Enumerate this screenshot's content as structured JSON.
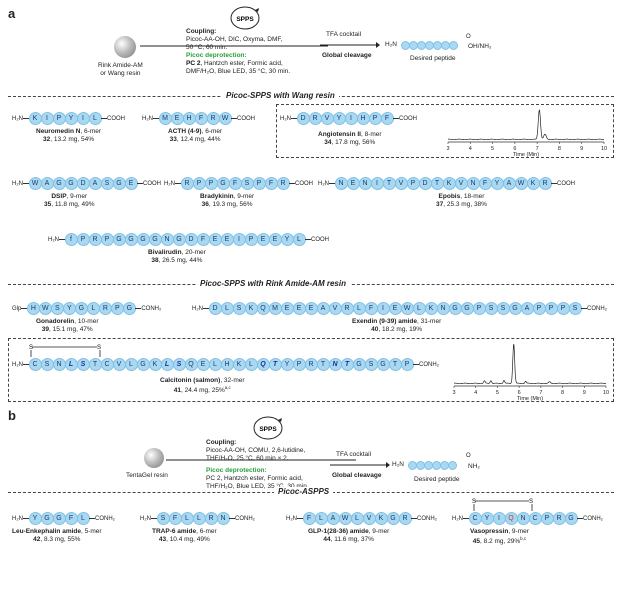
{
  "panel_a": {
    "label": "a",
    "resin": [
      "Rink Amide-AM",
      "or Wang resin"
    ],
    "coupling_title": "Coupling:",
    "coupling_text": [
      "Picoc-AA-OH, DIC, Oxyma, DMF,",
      "50 °C, 60 min."
    ],
    "deprot_title": "Picoc deprotection:",
    "deprot_text": [
      "PC 2, Hantzch ester, Formic acid,",
      "DMF/H₂O, Blue LED, 35 °C, 30 min."
    ],
    "cycle_label": "SPPS",
    "cleavage_reagent": "TFA cocktail",
    "cleavage_label": "Global cleavage",
    "product_label": "Desired peptide",
    "product_n": "H₂N",
    "product_c": "OH/NH₂",
    "section1": "Picoc-SPPS with Wang resin",
    "section2": "Picoc-SPPS with Rink Amide-AM resin"
  },
  "panel_b": {
    "label": "b",
    "resin": "TentaGel resin",
    "coupling_title": "Coupling:",
    "coupling_text": [
      "Picoc-AA-OH, COMU, 2,6-lutidine,",
      "THF/H₂O, 25 °C, 60 min × 2."
    ],
    "deprot_title": "Picoc deprotection:",
    "deprot_text": [
      "PC 2, Hantzch ester, Formic acid,",
      "THF/H₂O, Blue LED, 35 °C, 30 min."
    ],
    "cycle_label": "SPPS",
    "cleavage_reagent": "TFA cocktail",
    "cleavage_label": "Global cleavage",
    "product_label": "Desired peptide",
    "product_n": "H₂N",
    "product_c": "NH₂",
    "section": "Picoc-ASPPS"
  },
  "chromatogram_axis": {
    "xlabel": "Time (Min)",
    "ticks": [
      "3",
      "4",
      "5",
      "6",
      "7",
      "8",
      "9",
      "10"
    ]
  },
  "peptides": {
    "neuromedin": {
      "n": "H₂N",
      "c": "COOH",
      "seq": [
        "K",
        "I",
        "P",
        "Y",
        "I",
        "L"
      ],
      "name": "Neuromedin N",
      "suffix": ", 6-mer",
      "num": "32",
      "yield": ", 13.2 mg, 54%"
    },
    "acth": {
      "n": "H₂N",
      "c": "COOH",
      "seq": [
        "M",
        "E",
        "H",
        "F",
        "R",
        "W"
      ],
      "name": "ACTH (4-9)",
      "suffix": ", 6-mer",
      "num": "33",
      "yield": ", 12.4 mg, 44%"
    },
    "angiotensin": {
      "n": "H₂N",
      "c": "COOH",
      "seq": [
        "D",
        "R",
        "V",
        "Y",
        "I",
        "H",
        "P",
        "F"
      ],
      "name": "Angiotensin II",
      "suffix": ", 8-mer",
      "num": "34",
      "yield": ", 17.8 mg, 56%"
    },
    "dsip": {
      "n": "H₂N",
      "c": "COOH",
      "seq": [
        "W",
        "A",
        "G",
        "G",
        "D",
        "A",
        "S",
        "G",
        "E"
      ],
      "name": "DSIP",
      "suffix": ", 9-mer",
      "num": "35",
      "yield": ", 11.8 mg, 49%"
    },
    "bradykinin": {
      "n": "H₂N",
      "c": "COOH",
      "seq": [
        "R",
        "P",
        "P",
        "G",
        "F",
        "S",
        "P",
        "F",
        "R"
      ],
      "name": "Bradykinin",
      "suffix": ", 9-mer",
      "num": "36",
      "yield": ", 19.3 mg, 56%"
    },
    "epobis": {
      "n": "H₂N",
      "c": "COOH",
      "seq": [
        "N",
        "E",
        "N",
        "I",
        "T",
        "V",
        "P",
        "D",
        "T",
        "K",
        "V",
        "N",
        "F",
        "Y",
        "A",
        "W",
        "K",
        "R"
      ],
      "name": "Epobis",
      "suffix": ", 18-mer",
      "num": "37",
      "yield": ", 25.3 mg, 38%"
    },
    "bivalirudin": {
      "n": "H₂N",
      "c": "COOH",
      "seq": [
        "f",
        "P",
        "R",
        "P",
        "G",
        "G",
        "G",
        "G",
        "N",
        "G",
        "D",
        "F",
        "E",
        "E",
        "I",
        "P",
        "E",
        "E",
        "Y",
        "L"
      ],
      "name": "Bivalirudin",
      "suffix": ", 20-mer",
      "num": "38",
      "yield": ", 26.5 mg, 44%"
    },
    "gonadorelin": {
      "n": "Glp",
      "c": "CONH₂",
      "seq": [
        "H",
        "W",
        "S",
        "Y",
        "G",
        "L",
        "R",
        "P",
        "G"
      ],
      "name": "Gonadorelin",
      "suffix": ", 10-mer",
      "num": "39",
      "yield": ", 15.1 mg, 47%"
    },
    "exendin": {
      "n": "H₂N",
      "c": "CONH₂",
      "seq": [
        "D",
        "L",
        "S",
        "K",
        "Q",
        "M",
        "E",
        "E",
        "E",
        "A",
        "V",
        "R",
        "L",
        "F",
        "I",
        "E",
        "W",
        "L",
        "K",
        "N",
        "G",
        "G",
        "P",
        "S",
        "S",
        "G",
        "A",
        "P",
        "P",
        "P",
        "S"
      ],
      "name": "Exendin (9-39) amide",
      "suffix": ", 31-mer",
      "num": "40",
      "yield": ", 18.2 mg, 19%"
    },
    "calcitonin": {
      "n": "H₂N",
      "c": "CONH₂",
      "seq": [
        "C",
        "S",
        "N",
        "L",
        "S",
        "T",
        "C",
        "V",
        "L",
        "G",
        "K",
        "L",
        "S",
        "Q",
        "E",
        "L",
        "H",
        "K",
        "L",
        "Q",
        "T",
        "Y",
        "P",
        "R",
        "T",
        "N",
        "T",
        "G",
        "S",
        "G",
        "T",
        "P"
      ],
      "italic": [
        3,
        4,
        11,
        12,
        19,
        20,
        25,
        26
      ],
      "name": "Calcitonin (salmon)",
      "suffix": ", 32-mer",
      "num": "41",
      "yield": ", 24.4 mg, 25%",
      "sup": "a,c",
      "bridge": "S"
    },
    "leu": {
      "n": "H₂N",
      "c": "CONH₂",
      "seq": [
        "Y",
        "G",
        "G",
        "F",
        "L"
      ],
      "name": "Leu-Enkephalin amide",
      "suffix": ", 5-mer",
      "num": "42",
      "yield": ", 8.3 mg, 55%"
    },
    "trap": {
      "n": "H₂N",
      "c": "CONH₂",
      "seq": [
        "S",
        "F",
        "L",
        "L",
        "R",
        "N"
      ],
      "name": "TRAP-6 amide",
      "suffix": ", 6-mer",
      "num": "43",
      "yield": ", 10.4 mg, 49%"
    },
    "glp": {
      "n": "H₂N",
      "c": "CONH₂",
      "seq": [
        "F",
        "L",
        "A",
        "W",
        "L",
        "V",
        "K",
        "G",
        "R"
      ],
      "name": "GLP-1(28-36) amide",
      "suffix": ", 9-mer",
      "num": "44",
      "yield": ", 11.6 mg, 37%"
    },
    "vaso": {
      "n": "H₂N",
      "c": "CONH₂",
      "seq": [
        "C",
        "Y",
        "I",
        "Q",
        "N",
        "C",
        "P",
        "R",
        "G"
      ],
      "name": "Vasopressin",
      "suffix": ", 9-mer",
      "num": "45",
      "yield": ", 8.2 mg, 29%",
      "sup": "b,c",
      "bridge": "S"
    }
  },
  "colors": {
    "bead": "#a9d9f2",
    "bead_text": "#1d3d66",
    "italic_text": "#1d2f99",
    "bead_red": "#c0392b",
    "accent_green": "#2a9d3a"
  }
}
